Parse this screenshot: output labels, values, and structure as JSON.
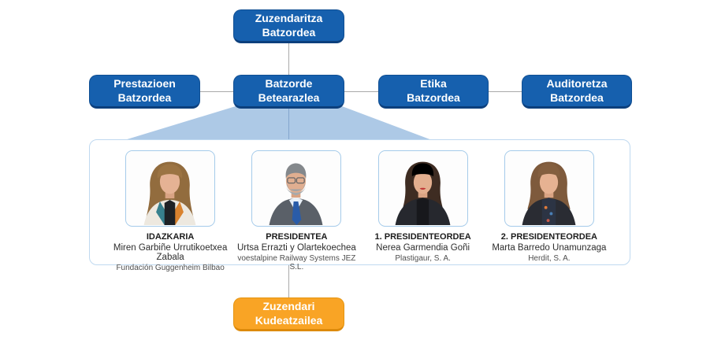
{
  "colors": {
    "primary_blue": "#1660AE",
    "blue_box_border": "#0C3F7C",
    "fan_light_blue": "#ADC9E6",
    "panel_border": "#BFD9F0",
    "photo_border": "#A5CBEA",
    "orange": "#F9A425",
    "connector_gray": "#A9A9A9"
  },
  "nodes": {
    "top": {
      "label": "Zuzendaritza\nBatzordea"
    },
    "committees": [
      {
        "label": "Prestazioen\nBatzordea"
      },
      {
        "label": "Batzorde\nBetearazlea"
      },
      {
        "label": "Etika\nBatzordea"
      },
      {
        "label": "Auditoretza\nBatzordea"
      }
    ],
    "bottom": {
      "label": "Zuzendari\nKudeatzailea"
    }
  },
  "members": [
    {
      "role": "IDAZKARIA",
      "name": "Miren Garbiñe Urrutikoetxea Zabala",
      "company": "Fundación Guggenheim Bilbao",
      "photo": "woman-long-brown-hair-white-jacket-colorful-scarf"
    },
    {
      "role": "PRESIDENTEA",
      "name": "Urtsa Errazti y Olartekoechea",
      "company": "voestalpine Railway Systems JEZ S.L.",
      "photo": "man-gray-hair-beard-glasses-gray-suit-blue-tie"
    },
    {
      "role": "1. PRESIDENTEORDEA",
      "name": "Nerea Garmendia Goñi",
      "company": "Plastigaur, S. A.",
      "photo": "woman-dark-hair-bangs-black-blazer"
    },
    {
      "role": "2. PRESIDENTEORDEA",
      "name": "Marta Barredo Unamunzaga",
      "company": "Herdit, S. A.",
      "photo": "woman-brown-hair-black-blazer-floral-top"
    }
  ]
}
